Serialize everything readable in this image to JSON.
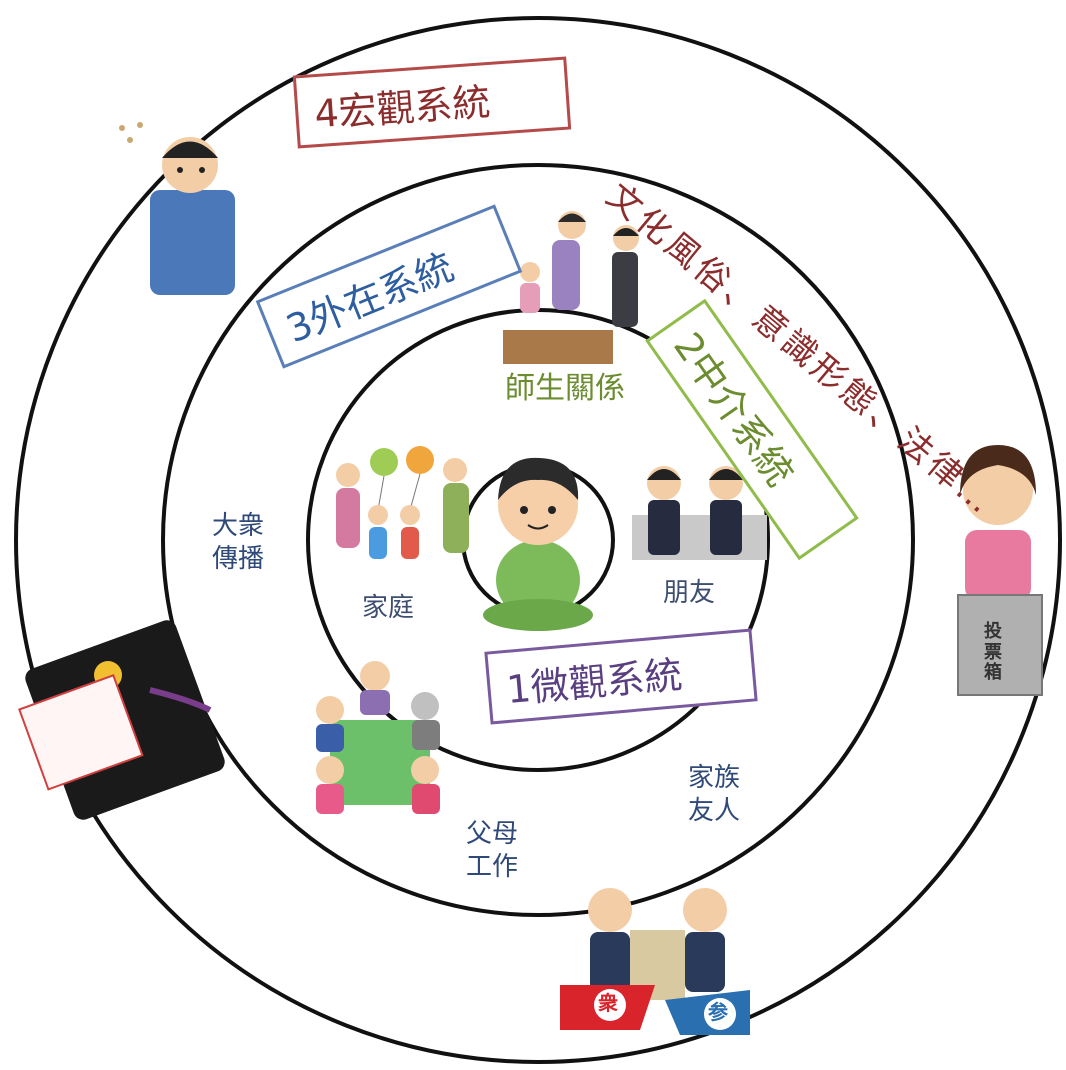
{
  "systems": {
    "macro": {
      "label": "4宏觀系統",
      "color": "#b44a4a"
    },
    "exo": {
      "label": "3外在系統",
      "color": "#5a7fb8"
    },
    "meso": {
      "label": "2中介系統",
      "color": "#8fbc4a"
    },
    "micro": {
      "label": "1微觀系統",
      "color": "#7a5a9e"
    }
  },
  "macro_text": "文化風俗、意識形態、法律…",
  "exo_labels": {
    "mass_media": "大衆\n傳播",
    "parents_work": "父母\n工作",
    "family_friends": "家族\n友人"
  },
  "meso_labels": {
    "teacher_student": "師生關係"
  },
  "micro_labels": {
    "family": "家庭",
    "friends": "朋友"
  },
  "ballot_box_text": "投\n票\n箱",
  "house_badges": {
    "lower": "衆",
    "upper": "参"
  }
}
